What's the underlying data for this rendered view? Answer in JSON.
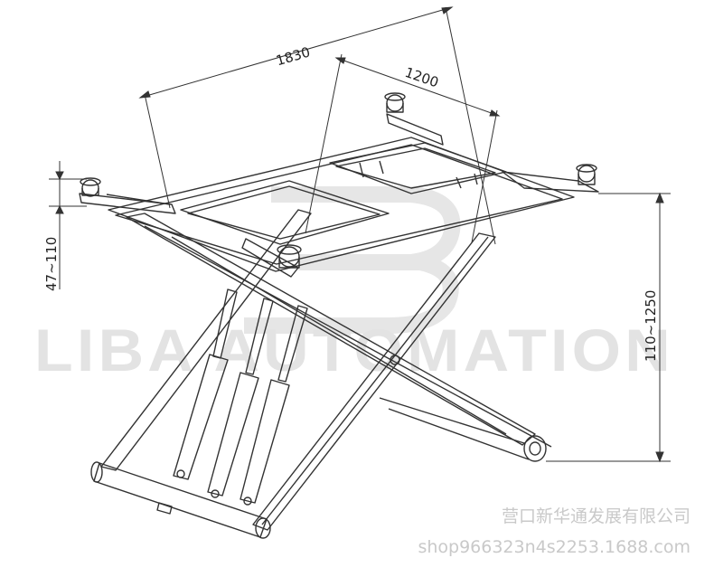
{
  "dimensions": {
    "overall_length": "1830",
    "pad_spacing": "1200",
    "pad_height_range": "47~110",
    "lift_height_range": "110~1250"
  },
  "watermark": {
    "text": "LIBA AUTOMATION"
  },
  "footer": {
    "company": "营口新华通发展有限公司",
    "shop": "shop966323n4s2253.1688.com"
  },
  "colors": {
    "line": "#333333",
    "watermark": "#e3e3e3",
    "footer_text": "#c9c9c9"
  }
}
